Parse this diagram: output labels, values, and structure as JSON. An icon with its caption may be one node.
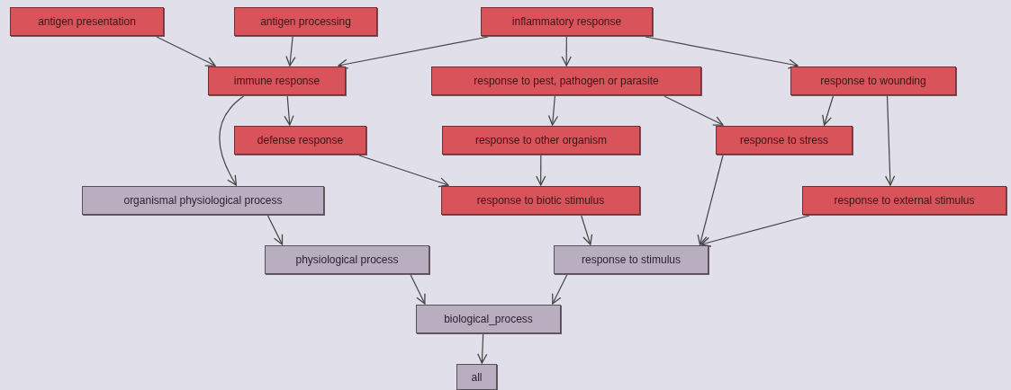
{
  "diagram": {
    "nodes": [
      {
        "text": [
          "antigen presentation"
        ]
      },
      {
        "text": [
          "antigen processing"
        ]
      },
      {
        "text": [
          "inflammatory response"
        ]
      },
      {
        "text": [
          "immune response"
        ]
      },
      {
        "text": [
          "response to pest, pathogen or parasite"
        ]
      },
      {
        "text": [
          "response to wounding"
        ]
      },
      {
        "text": [
          "defense response"
        ]
      },
      {
        "text": [
          "response to other organism"
        ]
      },
      {
        "text": [
          "response to stress"
        ]
      },
      {
        "text": [
          "organismal physiological process"
        ]
      },
      {
        "text": [
          "response to biotic stimulus"
        ]
      },
      {
        "text": [
          "response to external stimulus"
        ]
      },
      {
        "text": [
          "physiological process"
        ]
      },
      {
        "text": [
          "response to stimulus"
        ]
      },
      {
        "text": [
          "biological_process"
        ]
      },
      {
        "text": [
          "all"
        ]
      }
    ],
    "edges": [
      {
        "from": 0,
        "to": 3,
        "arrow": "to"
      },
      {
        "from": 1,
        "to": 3,
        "arrow": "to"
      },
      {
        "from": 2,
        "to": 3,
        "arrow": "to"
      },
      {
        "from": 2,
        "to": 4,
        "arrow": "to"
      },
      {
        "from": 2,
        "to": 5,
        "arrow": "to"
      },
      {
        "from": 3,
        "to": 6,
        "arrow": "to"
      },
      {
        "from": 3,
        "to": 9,
        "arrow": "to"
      },
      {
        "from": 4,
        "to": 7,
        "arrow": "to"
      },
      {
        "from": 4,
        "to": 8,
        "arrow": "to"
      },
      {
        "from": 5,
        "to": 8,
        "arrow": "to"
      },
      {
        "from": 5,
        "to": 11,
        "arrow": "to"
      },
      {
        "from": 6,
        "to": 10,
        "arrow": "to"
      },
      {
        "from": 7,
        "to": 10,
        "arrow": "to"
      },
      {
        "from": 8,
        "to": 13,
        "arrow": "to"
      },
      {
        "from": 10,
        "to": 13,
        "arrow": "to"
      },
      {
        "from": 11,
        "to": 13,
        "arrow": "to"
      },
      {
        "from": 9,
        "to": 12,
        "arrow": "to"
      },
      {
        "from": 12,
        "to": 14,
        "arrow": "to"
      },
      {
        "from": 13,
        "to": 14,
        "arrow": "to"
      },
      {
        "from": 14,
        "to": 15,
        "arrow": "to"
      }
    ]
  }
}
